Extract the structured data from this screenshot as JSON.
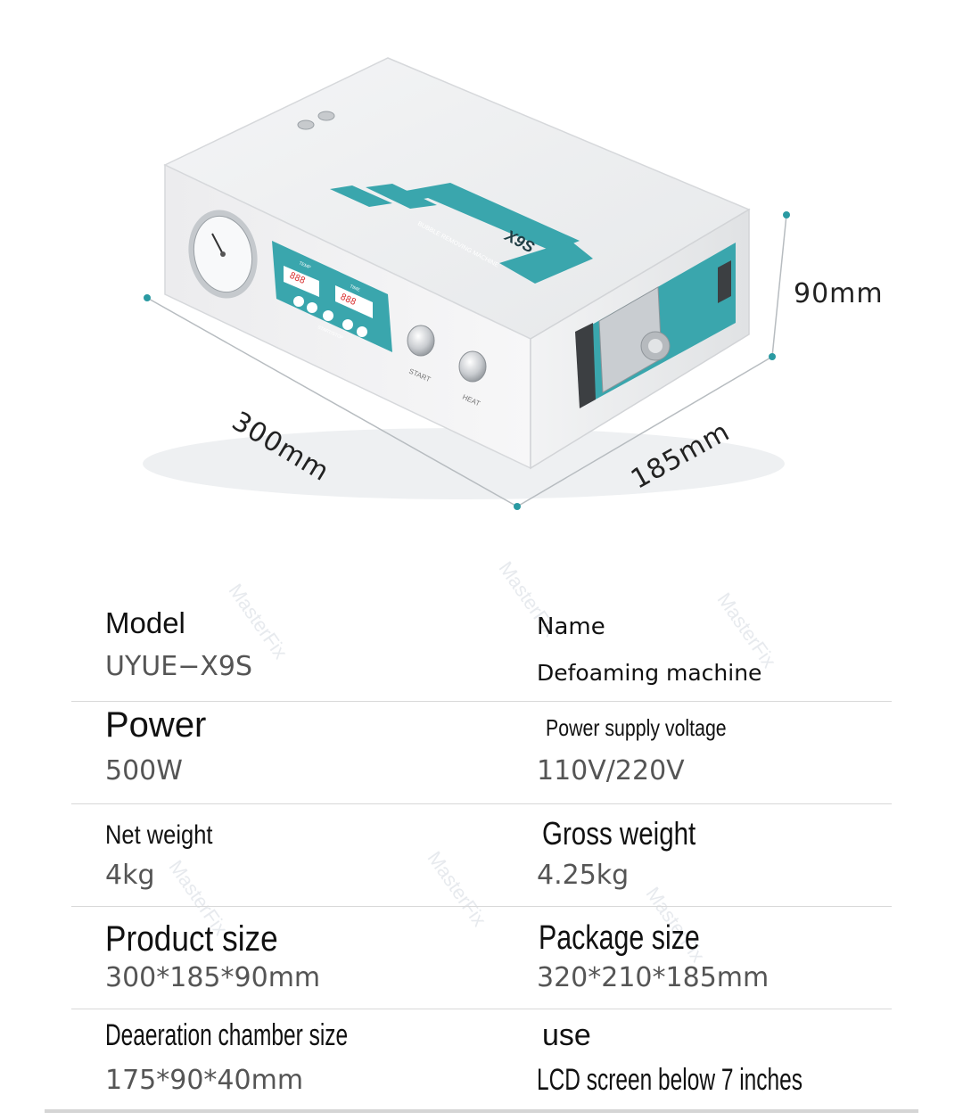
{
  "machine": {
    "model_badge": "X9S",
    "subtitle": "BUBBLE REMOVING MACHINE",
    "panel_temp_label": "TEMP",
    "panel_time_label": "TIME",
    "panel_start_stop_label": "START/STOP",
    "start_label": "START",
    "heat_label": "HEAT",
    "accent_color": "#3aa6ad"
  },
  "dimensions": {
    "height": "90mm",
    "length": "300mm",
    "width": "185mm"
  },
  "watermark": "MasterFix",
  "specs": [
    {
      "left": {
        "label": "Model",
        "value": "UYUE−X9S"
      },
      "right": {
        "label": "Name",
        "value": "Defoaming machine"
      }
    },
    {
      "left": {
        "label": "Power",
        "value": "500W"
      },
      "right": {
        "label": "Power supply voltage",
        "value": "110V/220V"
      }
    },
    {
      "left": {
        "label": "Net weight",
        "value": "4kg"
      },
      "right": {
        "label": "Gross weight",
        "value": "4.25kg"
      }
    },
    {
      "left": {
        "label": "Product size",
        "value": "300*185*90mm"
      },
      "right": {
        "label": "Package size",
        "value": "320*210*185mm"
      }
    },
    {
      "left": {
        "label": "Deaeration chamber size",
        "value": "175*90*40mm"
      },
      "right": {
        "label": "use",
        "value": "LCD screen below 7 inches"
      }
    }
  ]
}
